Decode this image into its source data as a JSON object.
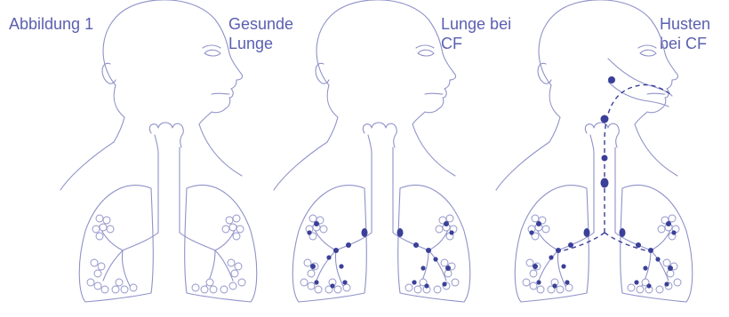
{
  "figure_title": "Abbildung 1",
  "panels": [
    {
      "label_line1": "Gesunde",
      "label_line2": "Lunge"
    },
    {
      "label_line1": "Lunge bei",
      "label_line2": "CF"
    },
    {
      "label_line1": "Husten",
      "label_line2": "bei CF"
    }
  ],
  "colors": {
    "text": "#5a5fb0",
    "outline": "#8f92c8",
    "mucus": "#3a3f98"
  }
}
